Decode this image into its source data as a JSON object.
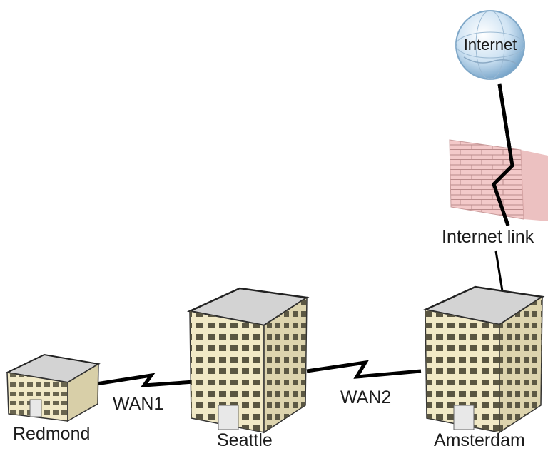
{
  "nodes": {
    "internet": "Internet",
    "redmond": "Redmond",
    "seattle": "Seattle",
    "amsterdam": "Amsterdam"
  },
  "links": {
    "wan1": "WAN1",
    "wan2": "WAN2",
    "internet_link": "Internet link"
  },
  "colors": {
    "roof": "#d3d3d3",
    "wall": "#f1e9c6",
    "window": "#5a5642",
    "firewall_brick": "#efbaba",
    "link": "#000000",
    "globe": "#b9d8ef"
  }
}
